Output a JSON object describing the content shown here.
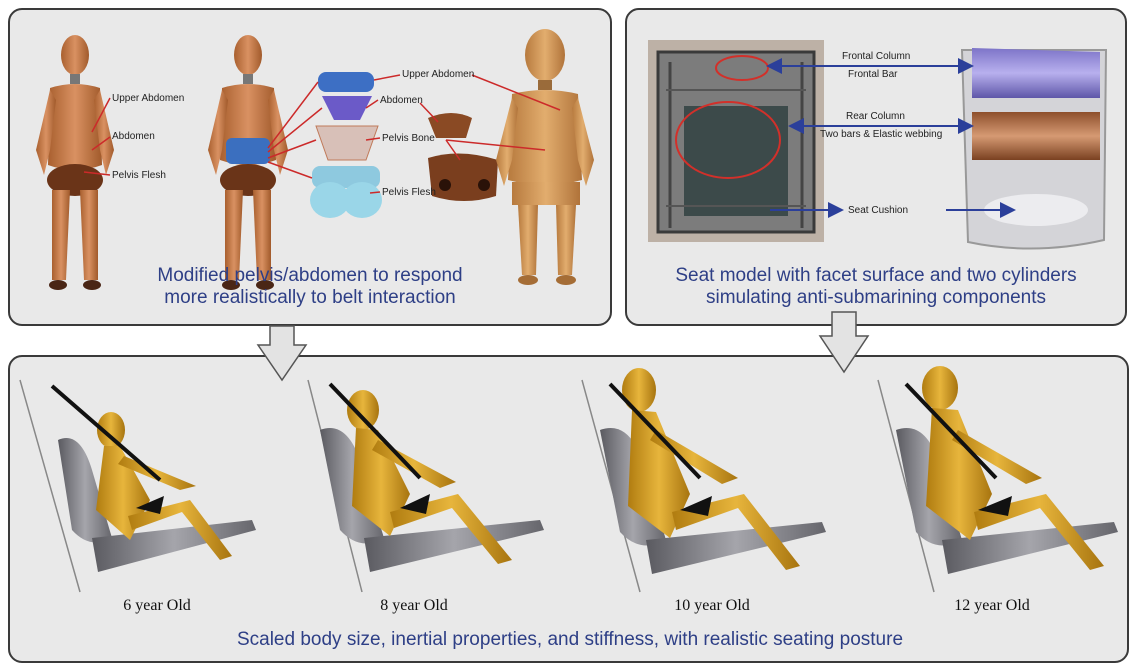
{
  "top_left": {
    "labels_a": [
      "Upper Abdomen",
      "Abdomen",
      "Pelvis Flesh"
    ],
    "labels_b": [
      "Upper Abdomen",
      "Abdomen",
      "Pelvis Bone",
      "Pelvis Flesh"
    ],
    "caption_line1": "Modified pelvis/abdomen to respond",
    "caption_line2": "more realistically to belt interaction"
  },
  "top_right": {
    "labels": [
      "Frontal Column",
      "Frontal Bar",
      "Rear Column",
      "Two bars & Elastic webbing",
      "Seat Cushion"
    ],
    "caption_line1": "Seat model with facet surface and two cylinders",
    "caption_line2": "simulating anti-submarining components"
  },
  "bottom": {
    "ages": [
      "6 year Old",
      "8 year Old",
      "10 year Old",
      "12 year Old"
    ],
    "caption": "Scaled body size, inertial properties, and stiffness, with realistic seating posture"
  },
  "colors": {
    "caption_blue": "#2e3f86",
    "dummy_orange": "#c9804f",
    "dummy_yellow": "#d9a22a",
    "seat_gray": "#7d7d82",
    "arrow_blue": "#2b3f9a",
    "callout_red": "#cc2a2a"
  }
}
